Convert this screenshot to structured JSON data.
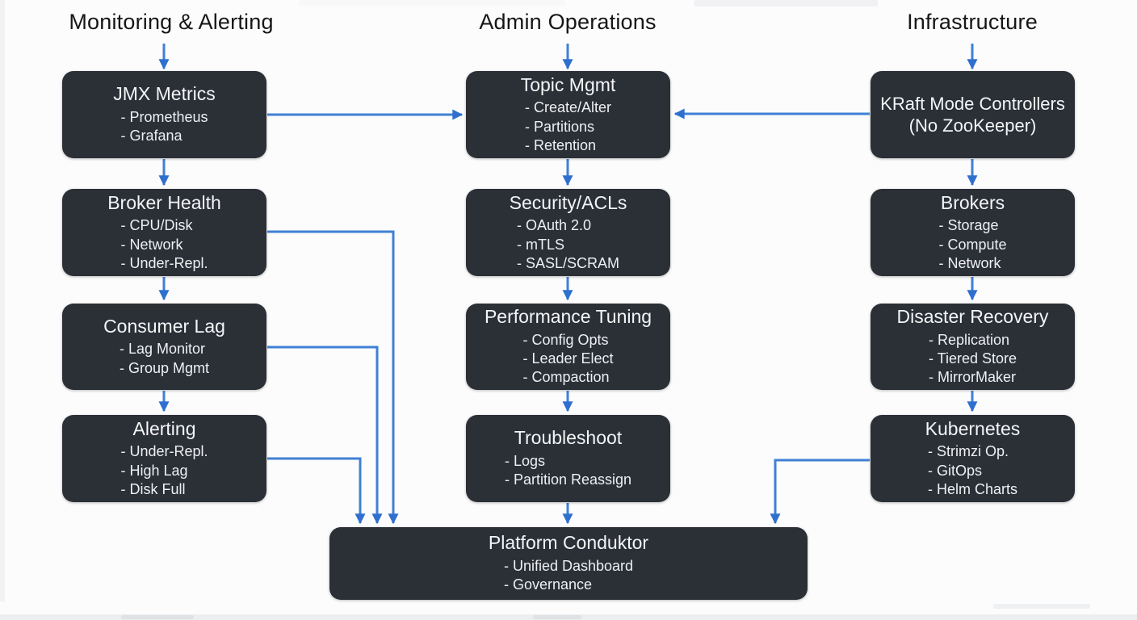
{
  "diagram": {
    "columns": [
      {
        "header": "Monitoring & Alerting",
        "nodes": [
          {
            "title": "JMX Metrics",
            "items": [
              "- Prometheus",
              "- Grafana"
            ]
          },
          {
            "title": "Broker Health",
            "items": [
              "- CPU/Disk",
              "- Network",
              "- Under-Repl."
            ]
          },
          {
            "title": "Consumer Lag",
            "items": [
              "- Lag Monitor",
              "- Group Mgmt"
            ]
          },
          {
            "title": "Alerting",
            "items": [
              "- Under-Repl.",
              "- High Lag",
              "- Disk Full"
            ]
          }
        ]
      },
      {
        "header": "Admin Operations",
        "nodes": [
          {
            "title": "Topic Mgmt",
            "items": [
              "- Create/Alter",
              "- Partitions",
              "- Retention"
            ]
          },
          {
            "title": "Security/ACLs",
            "items": [
              "- OAuth 2.0",
              "- mTLS",
              "- SASL/SCRAM"
            ]
          },
          {
            "title": "Performance Tuning",
            "items": [
              "- Config Opts",
              "- Leader Elect",
              "- Compaction"
            ]
          },
          {
            "title": "Troubleshoot",
            "items": [
              "- Logs",
              "- Partition Reassign"
            ]
          }
        ]
      },
      {
        "header": "Infrastructure",
        "nodes": [
          {
            "title": "KRaft Mode Controllers",
            "title2": "(No ZooKeeper)",
            "items": []
          },
          {
            "title": "Brokers",
            "items": [
              "- Storage",
              "- Compute",
              "- Network"
            ]
          },
          {
            "title": "Disaster Recovery",
            "items": [
              "- Replication",
              "- Tiered Store",
              "- MirrorMaker"
            ]
          },
          {
            "title": "Kubernetes",
            "items": [
              "- Strimzi Op.",
              "- GitOps",
              "- Helm Charts"
            ]
          }
        ]
      }
    ],
    "hub": {
      "title": "Platform Conduktor",
      "items": [
        "- Unified Dashboard",
        "- Governance"
      ]
    },
    "colors": {
      "node_background": "#2b2f36",
      "node_text": "#f3f5f7",
      "arrow_line": "#4080d4",
      "arrow_head": "#2f6fce",
      "header_text": "#161616",
      "page_background": "#fcfcfd"
    }
  }
}
